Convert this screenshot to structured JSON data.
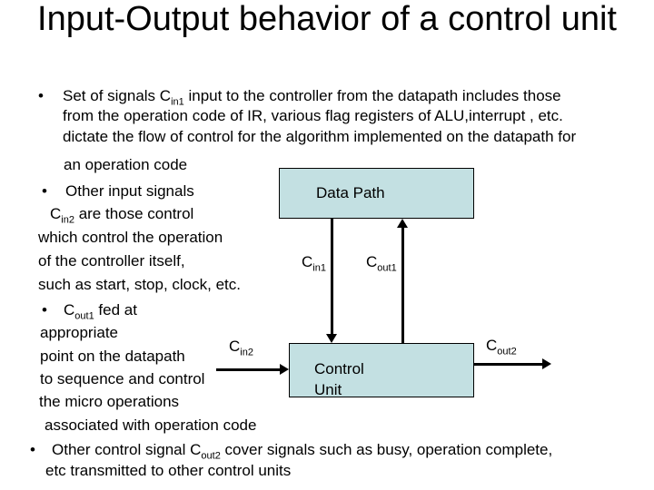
{
  "title": "Input-Output behavior of a control unit",
  "bullet_char": "•",
  "b1": {
    "l1a": "Set of signals C",
    "l1sub": "in1",
    "l1b": " input to the controller from the datapath includes those",
    "l2": "from the operation code of IR, various flag registers of ALU,interrupt , etc.",
    "l3": "dictate the flow of control for the algorithm implemented on the datapath for",
    "l4": "an operation code"
  },
  "b2": {
    "l1": "Other input signals",
    "l2a": "C",
    "l2sub": "in2",
    "l2b": "  are those control",
    "l3": "which control the operation",
    "l4": "of the controller itself,",
    "l5": "such as start, stop, clock, etc."
  },
  "b3": {
    "l1a": "C",
    "l1sub": "out1",
    "l1b": " fed at",
    "l2": "appropriate",
    "l3": "point on the datapath",
    "l4": "to sequence and control",
    "l5": "the micro operations",
    "l6": "associated with operation code"
  },
  "b4": {
    "l1a": "Other control signal C",
    "l1sub": "out2",
    "l1b": " cover signals such as busy, operation complete,",
    "l2": "etc transmitted to other control units"
  },
  "diagram": {
    "datapath_label": "Data Path",
    "control_unit_line1": "Control",
    "control_unit_line2": "Unit",
    "cin1": {
      "base": "C",
      "sub": "in1"
    },
    "cout1": {
      "base": "C",
      "sub": "out1"
    },
    "cin2": {
      "base": "C",
      "sub": "in2"
    },
    "cout2": {
      "base": "C",
      "sub": "out2"
    },
    "colors": {
      "box_fill": "#c3e0e2",
      "box_border": "#000000",
      "arrow": "#000000",
      "text": "#000000",
      "background": "#ffffff"
    }
  }
}
